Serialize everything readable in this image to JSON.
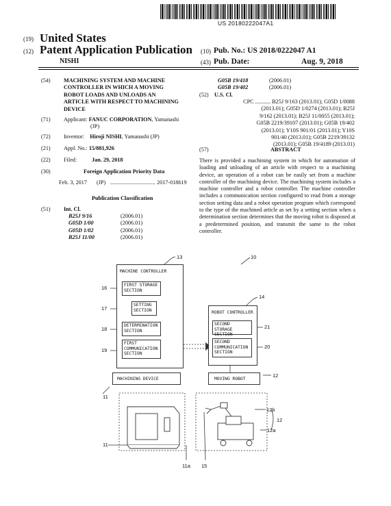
{
  "header": {
    "pub_number_top": "US 20180222047A1",
    "tag19": "(19)",
    "country": "United States",
    "tag12": "(12)",
    "doc_type": "Patent Application Publication",
    "inventor_short": "NISHI",
    "tag10": "(10)",
    "pub_no_label": "Pub. No.: US 2018/0222047 A1",
    "tag43": "(43)",
    "pub_date_label": "Pub. Date:",
    "pub_date": "Aug. 9, 2018"
  },
  "left": {
    "tag54": "(54)",
    "title_lines": [
      "MACHINING SYSTEM AND MACHINE",
      "CONTROLLER IN WHICH A MOVING",
      "ROBOT LOADS AND UNLOADS AN",
      "ARTICLE WITH RESPECT TO MACHINING",
      "DEVICE"
    ],
    "tag71": "(71)",
    "applicant_label": "Applicant:",
    "applicant_name": "FANUC CORPORATION",
    "applicant_rest": ", Yamanashi",
    "applicant_country": "(JP)",
    "tag72": "(72)",
    "inventor_label": "Inventor:",
    "inventor_name": "Hiroji NISHI",
    "inventor_rest": ", Yamanashi (JP)",
    "tag21": "(21)",
    "appl_label": "Appl. No.:",
    "appl_no": "15/881,926",
    "tag22": "(22)",
    "filed_label": "Filed:",
    "filed_date": "Jan. 29, 2018",
    "tag30": "(30)",
    "priority_heading": "Foreign Application Priority Data",
    "priority_date": "Feb. 3, 2017",
    "priority_country": "(JP)",
    "priority_dots": "................................",
    "priority_no": "2017-018619",
    "pubclass_heading": "Publication Classification",
    "tag51": "(51)",
    "intcl_label": "Int. Cl.",
    "intcl": [
      {
        "code": "B25J 9/16",
        "year": "(2006.01)"
      },
      {
        "code": "G05D 1/00",
        "year": "(2006.01)"
      },
      {
        "code": "G05D 1/02",
        "year": "(2006.01)"
      },
      {
        "code": "B25J 11/00",
        "year": "(2006.01)"
      }
    ]
  },
  "right": {
    "intcl_cont": [
      {
        "code": "G05B 19/418",
        "year": "(2006.01)"
      },
      {
        "code": "G05B 19/402",
        "year": "(2006.01)"
      }
    ],
    "tag52": "(52)",
    "uscl_label": "U.S. Cl.",
    "cpc_lines": [
      "CPC ........... B25J 9/163 (2013.01); G05D 1/0088",
      "(2013.01); G05D 1/0274 (2013.01); B25J",
      "9/162 (2013.01); B25J 11/0055 (2013.01);",
      "G05B 2219/39107 (2013.01); G05B 19/402",
      "(2013.01); Y10S 901/01 (2013.01); Y10S",
      "901/40 (2013.01); G05B 2219/39132",
      "(2013.01); G05B 19/4189 (2013.01)"
    ],
    "tag57": "(57)",
    "abstract_heading": "ABSTRACT",
    "abstract_text": "There is provided a machining system in which for automation of loading and unloading of an article with respect to a machining device, an operation of a robot can be easily set from a machine controller of the machining device. The machining system includes a machine controller and a robot controller. The machine controller includes a communication section configured to read from a storage section setting data and a robot operation program which correspond to the type of the machined article as set by a setting section when a determination section determines that the moving robot is disposed at a predetermined position, and transmit the same to the robot controller."
  },
  "figure": {
    "ref10": "10",
    "ref13": "13",
    "ref14": "14",
    "machine_controller": "MACHINE CONTROLLER",
    "first_storage": [
      "FIRST STORAGE",
      "SECTION"
    ],
    "setting": [
      "SETTING",
      "SECTION"
    ],
    "determination": [
      "DETERMINATION",
      "SECTION"
    ],
    "first_comm": [
      "FIRST",
      "COMMUNICATION",
      "SECTION"
    ],
    "robot_controller": "ROBOT CONTROLLER",
    "second_storage": [
      "SECOND STORAGE",
      "SECTION"
    ],
    "second_comm": [
      "SECOND",
      "COMMUNICATION",
      "SECTION"
    ],
    "machining_device": "MACHINING DEVICE",
    "moving_robot": "MOVING ROBOT",
    "ref16": "16",
    "ref17": "17",
    "ref18": "18",
    "ref19": "19",
    "ref21": "21",
    "ref20": "20",
    "ref12": "12",
    "ref11a": "11",
    "ref11b": "11",
    "ref11c": "11a",
    "ref15": "15",
    "ref12b": "12b",
    "ref12a": "12a",
    "ref12c": "12"
  }
}
